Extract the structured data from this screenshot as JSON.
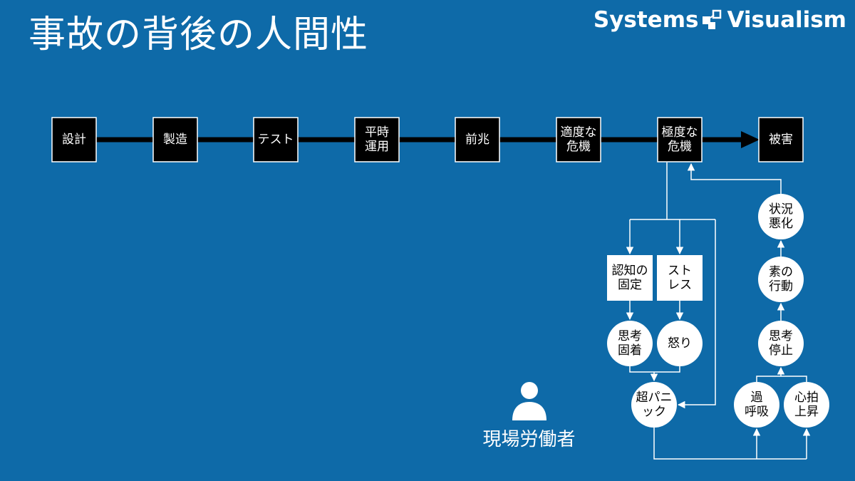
{
  "slide": {
    "title": "事故の背後の人間性",
    "brand": {
      "left": "Systems",
      "right": "Visualism"
    },
    "actor": {
      "label": "現場労働者",
      "icon": "person-icon"
    }
  },
  "colors": {
    "background": "#0e6aa8",
    "box_dark": "#000000",
    "box_light": "#ffffff",
    "line": "#ffffff",
    "timeline": "#000000"
  },
  "timeline": [
    {
      "id": "design",
      "lines": [
        "設計"
      ]
    },
    {
      "id": "manufacturing",
      "lines": [
        "製造"
      ]
    },
    {
      "id": "test",
      "lines": [
        "テスト"
      ]
    },
    {
      "id": "normal-operation",
      "lines": [
        "平時",
        "運用"
      ]
    },
    {
      "id": "warning-sign",
      "lines": [
        "前兆"
      ]
    },
    {
      "id": "moderate-crisis",
      "lines": [
        "適度な",
        "危機"
      ]
    },
    {
      "id": "extreme-crisis",
      "lines": [
        "極度な",
        "危機"
      ]
    },
    {
      "id": "damage",
      "lines": [
        "被害"
      ]
    }
  ],
  "reaction_nodes": [
    {
      "id": "cognitive-fixation",
      "shape": "box",
      "lines": [
        "認知の",
        "固定"
      ]
    },
    {
      "id": "stress",
      "shape": "box",
      "lines": [
        "スト",
        "レス"
      ]
    },
    {
      "id": "fixed-thinking",
      "shape": "circle",
      "lines": [
        "思考",
        "固着"
      ]
    },
    {
      "id": "anger",
      "shape": "circle",
      "lines": [
        "怒り"
      ]
    },
    {
      "id": "super-panic",
      "shape": "circle",
      "lines": [
        "超パニ",
        "ック"
      ]
    },
    {
      "id": "hyperventilation",
      "shape": "circle",
      "lines": [
        "過",
        "呼吸"
      ]
    },
    {
      "id": "heart-rate-rise",
      "shape": "circle",
      "lines": [
        "心拍",
        "上昇"
      ]
    },
    {
      "id": "thinking-stop",
      "shape": "circle",
      "lines": [
        "思考",
        "停止"
      ]
    },
    {
      "id": "raw-behavior",
      "shape": "circle",
      "lines": [
        "素の",
        "行動"
      ]
    },
    {
      "id": "situation-worsens",
      "shape": "circle",
      "lines": [
        "状況",
        "悪化"
      ]
    }
  ],
  "edges": [
    {
      "from": "extreme-crisis",
      "to": "cognitive-fixation"
    },
    {
      "from": "extreme-crisis",
      "to": "stress"
    },
    {
      "from": "extreme-crisis",
      "to": "super-panic"
    },
    {
      "from": "cognitive-fixation",
      "to": "fixed-thinking"
    },
    {
      "from": "stress",
      "to": "anger"
    },
    {
      "from": "fixed-thinking",
      "to": "super-panic"
    },
    {
      "from": "anger",
      "to": "super-panic"
    },
    {
      "from": "super-panic",
      "to": "hyperventilation"
    },
    {
      "from": "super-panic",
      "to": "heart-rate-rise"
    },
    {
      "from": "hyperventilation",
      "to": "thinking-stop"
    },
    {
      "from": "heart-rate-rise",
      "to": "thinking-stop"
    },
    {
      "from": "thinking-stop",
      "to": "raw-behavior"
    },
    {
      "from": "raw-behavior",
      "to": "situation-worsens"
    },
    {
      "from": "situation-worsens",
      "to": "extreme-crisis"
    }
  ]
}
